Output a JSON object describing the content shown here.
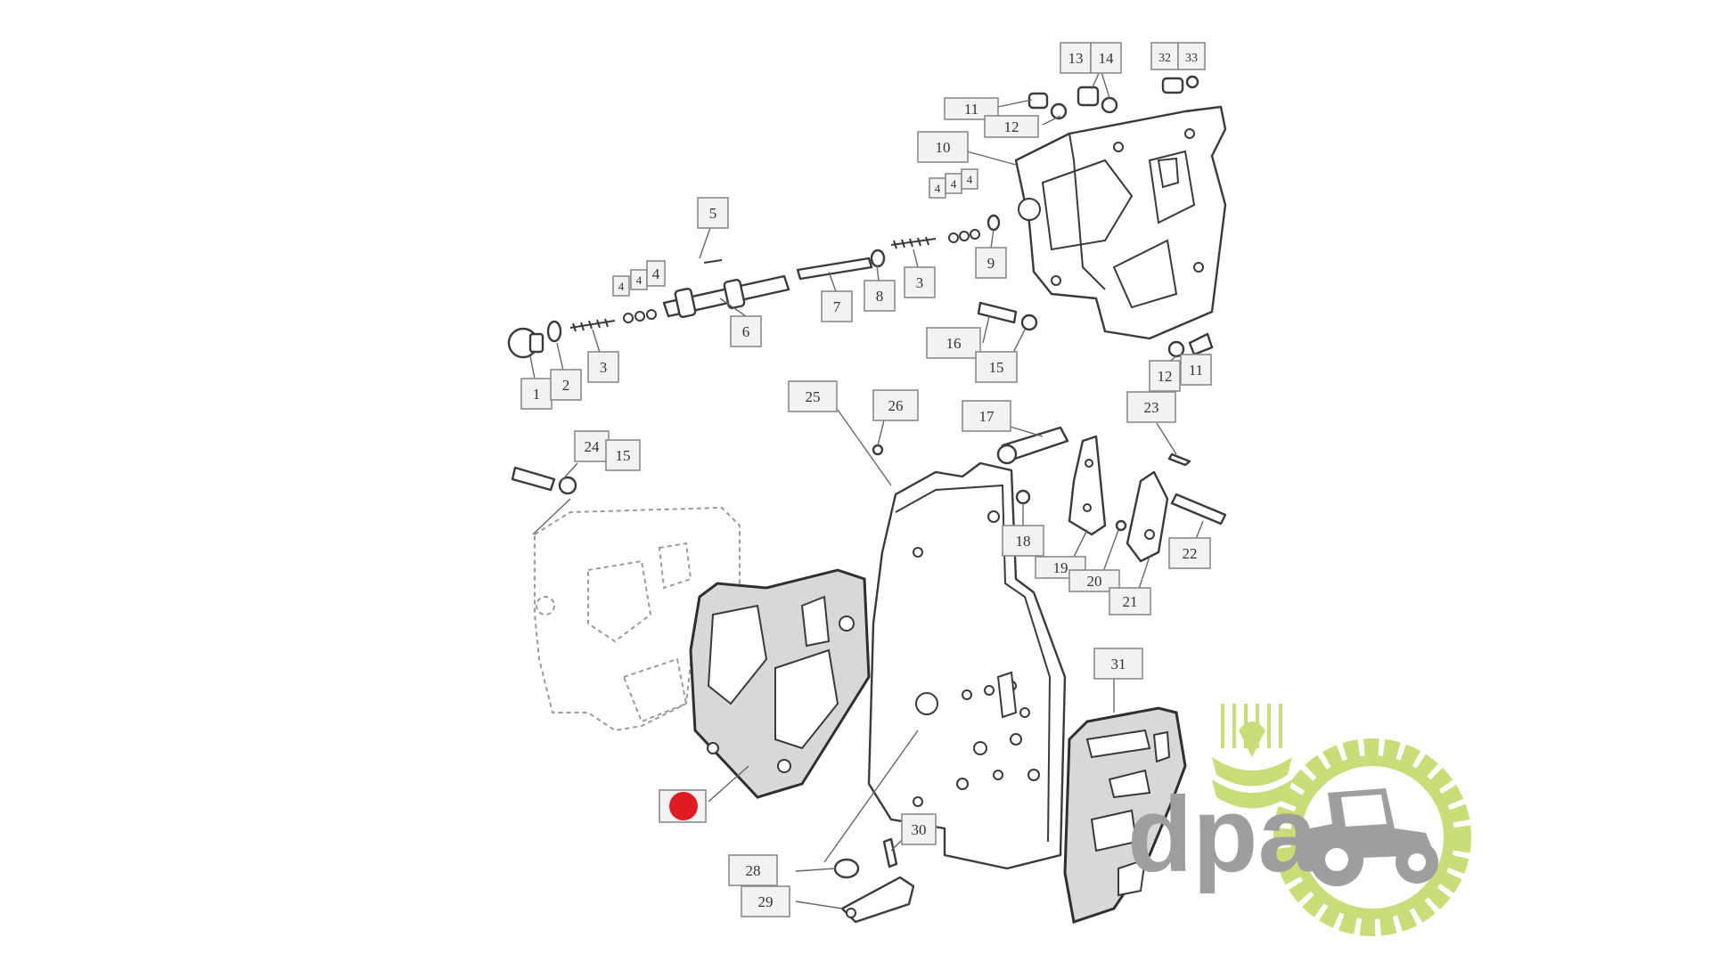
{
  "diagram": {
    "callouts": [
      {
        "id": "1",
        "text": "1"
      },
      {
        "id": "2",
        "text": "2"
      },
      {
        "id": "3a",
        "text": "3"
      },
      {
        "id": "4a",
        "text": "4"
      },
      {
        "id": "4b",
        "text": "4"
      },
      {
        "id": "4c",
        "text": "4"
      },
      {
        "id": "5",
        "text": "5"
      },
      {
        "id": "6",
        "text": "6"
      },
      {
        "id": "7",
        "text": "7"
      },
      {
        "id": "8",
        "text": "8"
      },
      {
        "id": "3b",
        "text": "3"
      },
      {
        "id": "4d",
        "text": "4"
      },
      {
        "id": "4e",
        "text": "4"
      },
      {
        "id": "4f",
        "text": "4"
      },
      {
        "id": "9",
        "text": "9"
      },
      {
        "id": "10",
        "text": "10"
      },
      {
        "id": "11a",
        "text": "11"
      },
      {
        "id": "12a",
        "text": "12"
      },
      {
        "id": "13",
        "text": "13"
      },
      {
        "id": "14",
        "text": "14"
      },
      {
        "id": "32",
        "text": "32"
      },
      {
        "id": "33",
        "text": "33"
      },
      {
        "id": "16",
        "text": "16"
      },
      {
        "id": "15a",
        "text": "15"
      },
      {
        "id": "12b",
        "text": "12"
      },
      {
        "id": "11b",
        "text": "11"
      },
      {
        "id": "25",
        "text": "25"
      },
      {
        "id": "26",
        "text": "26"
      },
      {
        "id": "17",
        "text": "17"
      },
      {
        "id": "23",
        "text": "23"
      },
      {
        "id": "24",
        "text": "24"
      },
      {
        "id": "15b",
        "text": "15"
      },
      {
        "id": "18",
        "text": "18"
      },
      {
        "id": "19",
        "text": "19"
      },
      {
        "id": "20",
        "text": "20"
      },
      {
        "id": "21",
        "text": "21"
      },
      {
        "id": "22",
        "text": "22"
      },
      {
        "id": "31",
        "text": "31"
      },
      {
        "id": "30",
        "text": "30"
      },
      {
        "id": "28",
        "text": "28"
      },
      {
        "id": "29",
        "text": "29"
      }
    ],
    "highlight_color": "#e01b24"
  },
  "logo": {
    "text": "dpa",
    "text_color": "#9e9e9e",
    "accent_color": "#c8dc78",
    "icons": [
      "wheat-icon",
      "gear-icon",
      "tractor-icon"
    ]
  }
}
